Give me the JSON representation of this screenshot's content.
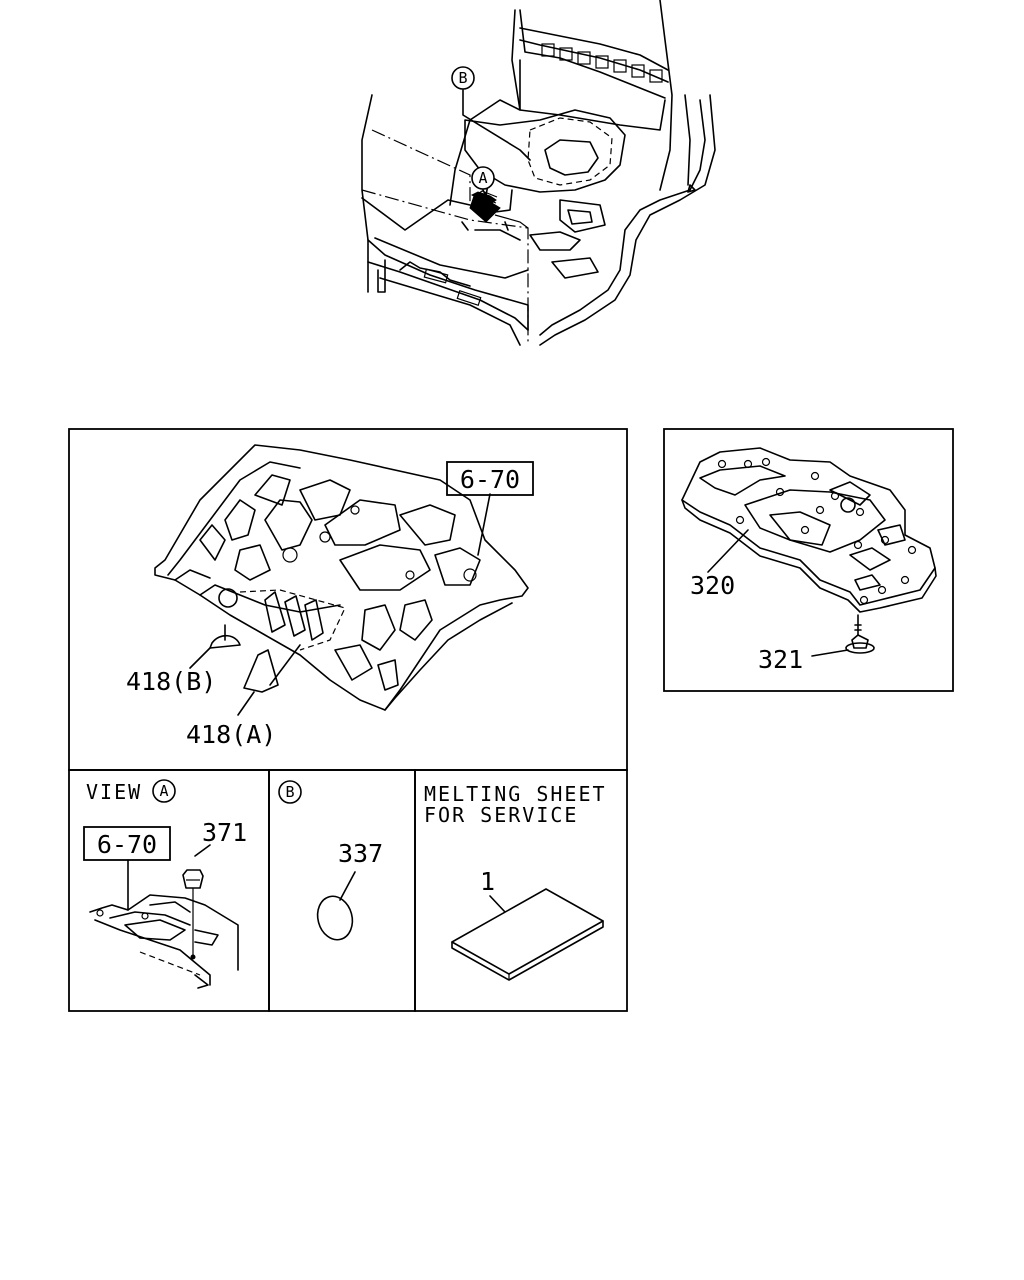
{
  "overview": {
    "callout_a": "A",
    "callout_b": "B"
  },
  "main_panel": {
    "ref_box": "6-70",
    "part_418b": "418(B)",
    "part_418a": "418(A)"
  },
  "view_a_panel": {
    "title": "VIEW",
    "callout": "A",
    "ref_box": "6-70",
    "part_371": "371"
  },
  "view_b_panel": {
    "callout": "B",
    "part_337": "337"
  },
  "melting_panel": {
    "title_line1": "MELTING SHEET",
    "title_line2": "FOR SERVICE",
    "part_1": "1"
  },
  "cover_panel": {
    "part_320": "320",
    "part_321": "321"
  }
}
